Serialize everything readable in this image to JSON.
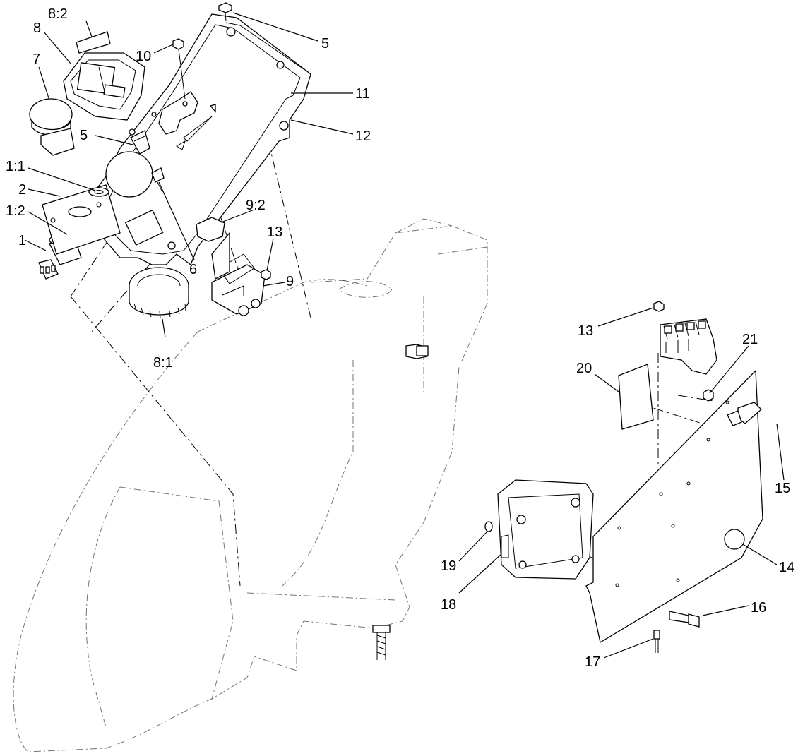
{
  "callouts": {
    "c8_2": "8:2",
    "c8": "8",
    "c7": "7",
    "c10": "10",
    "c5_top": "5",
    "c11": "11",
    "c12": "12",
    "c5_mid": "5",
    "c1_1": "1:1",
    "c2": "2",
    "c1_2": "1:2",
    "c1": "1",
    "c6": "6",
    "c9_2": "9:2",
    "c13_left": "13",
    "c9": "9",
    "c8_1": "8:1",
    "c13_right": "13",
    "c21": "21",
    "c20": "20",
    "c15": "15",
    "c19": "19",
    "c18": "18",
    "c14": "14",
    "c16": "16",
    "c17": "17"
  }
}
